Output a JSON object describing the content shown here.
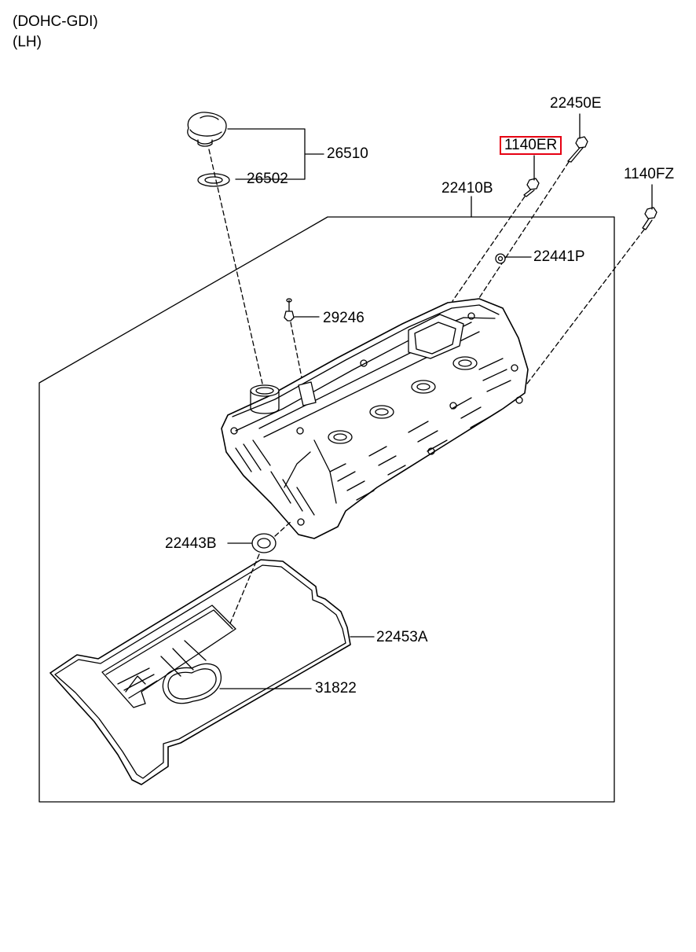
{
  "header": {
    "engine": "(DOHC-GDI)",
    "side": "(LH)"
  },
  "colors": {
    "line": "#000000",
    "highlight": "#e60012",
    "background": "#ffffff"
  },
  "parts": {
    "p22450E": "22450E",
    "p1140ER": "1140ER",
    "p1140FZ": "1140FZ",
    "p26510": "26510",
    "p26502": "26502",
    "p22410B": "22410B",
    "p22441P": "22441P",
    "p29246": "29246",
    "p22443B": "22443B",
    "p22453A": "22453A",
    "p31822": "31822"
  },
  "highlighted_part": "1140ER"
}
